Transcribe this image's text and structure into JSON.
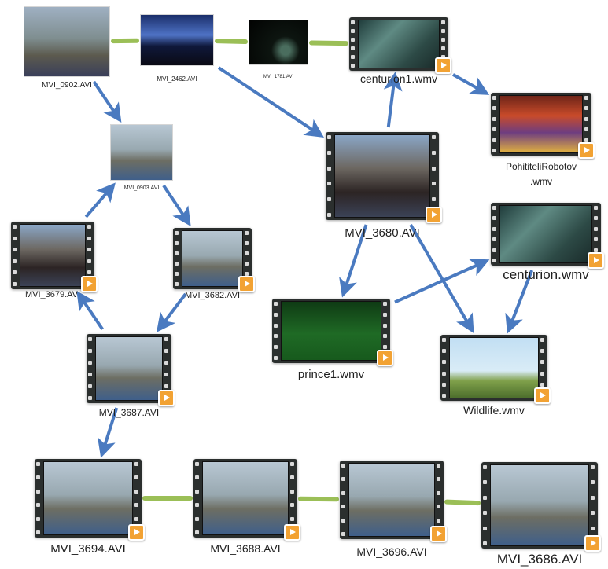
{
  "diagram": {
    "link_color": "#4a7ac0",
    "sequence_link_color": "#9bbf57",
    "nodes": [
      {
        "id": "mvi_0902",
        "label": "MVI_0902.AVI",
        "type": "photo",
        "theme": "bg-warm"
      },
      {
        "id": "mvi_2462",
        "label": "MVI_2462.AVI",
        "type": "photo",
        "theme": "bg-blue"
      },
      {
        "id": "mvi_1781",
        "label": "MVI_1781.AVI",
        "type": "photo",
        "theme": "bg-dark"
      },
      {
        "id": "centurion1",
        "label": "centurion1.wmv",
        "type": "video",
        "theme": "bg-teal"
      },
      {
        "id": "pohititeli",
        "label": "PohititeliRobotov",
        "label2": ".wmv",
        "type": "video",
        "theme": "bg-red"
      },
      {
        "id": "mvi_0903",
        "label": "MVI_0903.AVI",
        "type": "photo",
        "theme": "bg-gym"
      },
      {
        "id": "mvi_3680",
        "label": "MVI_3680.AVI",
        "type": "video",
        "theme": "bg-crowd"
      },
      {
        "id": "centurion",
        "label": "centurion.wmv",
        "type": "video",
        "theme": "bg-teal"
      },
      {
        "id": "mvi_3679",
        "label": "MVI_3679.AVI",
        "type": "video",
        "theme": "bg-crowd"
      },
      {
        "id": "mvi_3682",
        "label": "MVI_3682.AVI",
        "type": "video",
        "theme": "bg-gym"
      },
      {
        "id": "prince1",
        "label": "prince1.wmv",
        "type": "video",
        "theme": "bg-green"
      },
      {
        "id": "wildlife",
        "label": "Wildlife.wmv",
        "type": "video",
        "theme": "bg-sky"
      },
      {
        "id": "mvi_3687",
        "label": "MVI_3687.AVI",
        "type": "video",
        "theme": "bg-gym"
      },
      {
        "id": "mvi_3694",
        "label": "MVI_3694.AVI",
        "type": "video",
        "theme": "bg-gym"
      },
      {
        "id": "mvi_3688",
        "label": "MVI_3688.AVI",
        "type": "video",
        "theme": "bg-gym"
      },
      {
        "id": "mvi_3696",
        "label": "MVI_3696.AVI",
        "type": "video",
        "theme": "bg-gym"
      },
      {
        "id": "mvi_3686",
        "label": "MVI_3686.AVI",
        "type": "video",
        "theme": "bg-gym"
      }
    ],
    "sequence_links": [
      [
        "mvi_0902",
        "mvi_2462"
      ],
      [
        "mvi_2462",
        "mvi_1781"
      ],
      [
        "mvi_1781",
        "centurion1"
      ],
      [
        "mvi_3694",
        "mvi_3688"
      ],
      [
        "mvi_3688",
        "mvi_3696"
      ],
      [
        "mvi_3696",
        "mvi_3686"
      ]
    ],
    "arrows": [
      [
        "centurion1",
        "pohititeli"
      ],
      [
        "mvi_2462",
        "mvi_3680"
      ],
      [
        "mvi_3680",
        "centurion1"
      ],
      [
        "mvi_0902",
        "mvi_0903"
      ],
      [
        "mvi_3679",
        "mvi_0903"
      ],
      [
        "mvi_0903",
        "mvi_3682"
      ],
      [
        "mvi_3682",
        "mvi_3687"
      ],
      [
        "mvi_3687",
        "mvi_3679"
      ],
      [
        "mvi_3687",
        "mvi_3694"
      ],
      [
        "mvi_3680",
        "prince1"
      ],
      [
        "mvi_3680",
        "wildlife"
      ],
      [
        "prince1",
        "centurion"
      ],
      [
        "centurion",
        "wildlife"
      ]
    ]
  }
}
